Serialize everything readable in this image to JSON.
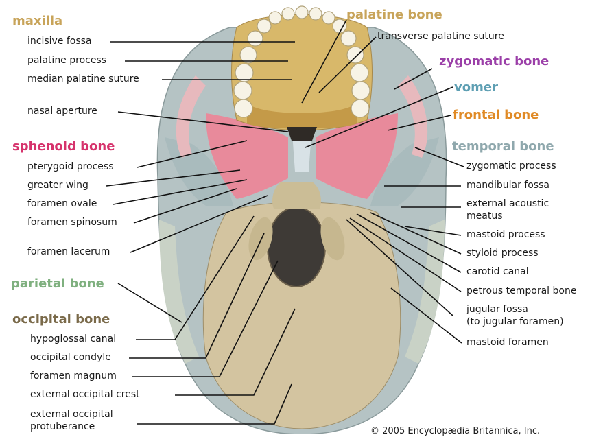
{
  "colors": {
    "maxilla": "#c8a45a",
    "palatine": "#c8a45a",
    "zygomatic": "#9b3fa8",
    "vomer": "#5e9fb3",
    "frontal": "#e08a25",
    "sphenoid": "#d6336c",
    "temporal": "#8fa8ad",
    "parietal": "#7fb07f",
    "occipital": "#7a6a4a"
  },
  "headings": {
    "maxilla": "maxilla",
    "palatine": "palatine bone",
    "zygomatic": "zygomatic bone",
    "vomer": "vomer",
    "frontal": "frontal bone",
    "sphenoid": "sphenoid bone",
    "temporal": "temporal bone",
    "parietal": "parietal bone",
    "occipital": "occipital bone"
  },
  "labels": {
    "incisive_fossa": "incisive fossa",
    "palatine_process": "palatine process",
    "median_palatine_suture": "median palatine suture",
    "transverse_palatine_suture": "transverse palatine suture",
    "nasal_aperture": "nasal aperture",
    "pterygoid_process": "pterygoid process",
    "greater_wing": "greater wing",
    "foramen_ovale": "foramen ovale",
    "foramen_spinosum": "foramen spinosum",
    "foramen_lacerum": "foramen lacerum",
    "zygomatic_process": "zygomatic process",
    "mandibular_fossa": "mandibular fossa",
    "external_acoustic_1": "external acoustic",
    "external_acoustic_2": "meatus",
    "mastoid_process": "mastoid process",
    "styloid_process": "styloid process",
    "carotid_canal": "carotid canal",
    "petrous_temporal_bone": "petrous temporal bone",
    "jugular_fossa_1": "jugular fossa",
    "jugular_fossa_2": "(to jugular foramen)",
    "mastoid_foramen": "mastoid foramen",
    "hypoglossal_canal": "hypoglossal canal",
    "occipital_condyle": "occipital condyle",
    "foramen_magnum": "foramen magnum",
    "external_occipital_crest": "external occipital crest",
    "external_occipital_protuberance_1": "external occipital",
    "external_occipital_protuberance_2": "protuberance"
  },
  "copyright": "© 2005 Encyclopædia Britannica, Inc."
}
